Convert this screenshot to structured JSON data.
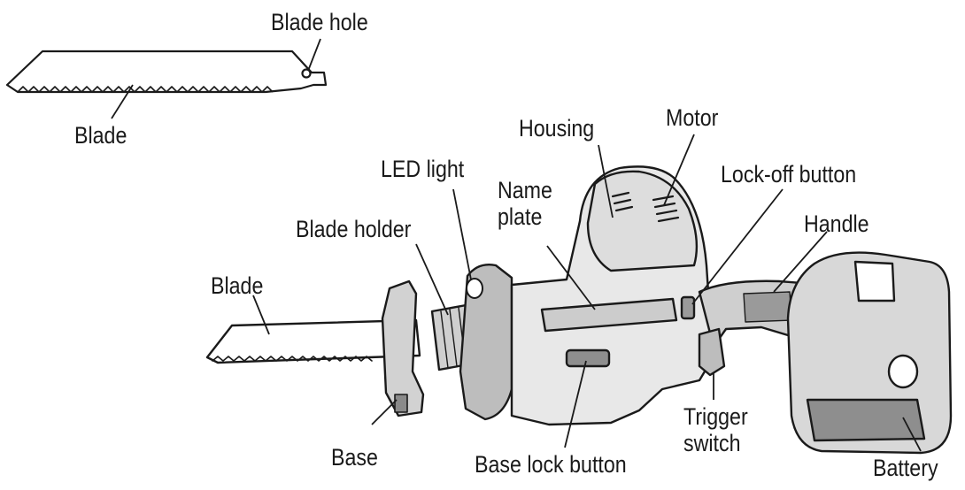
{
  "labels": {
    "blade_hole": "Blade hole",
    "blade_loose": "Blade",
    "housing": "Housing",
    "motor": "Motor",
    "led_light": "LED light",
    "name_plate_line1": "Name",
    "name_plate_line2": "plate",
    "lock_off_button": "Lock-off  button",
    "blade_holder": "Blade holder",
    "handle": "Handle",
    "blade_mounted": "Blade",
    "base": "Base",
    "base_lock_button": "Base lock button",
    "trigger_switch_line1": "Trigger",
    "trigger_switch_line2": "switch",
    "battery": "Battery"
  },
  "colors": {
    "line": "#1a1a1a",
    "body_fill": "#e6e6e6",
    "dark_fill": "#9a9a9a",
    "blade_fill": "#ffffff"
  }
}
